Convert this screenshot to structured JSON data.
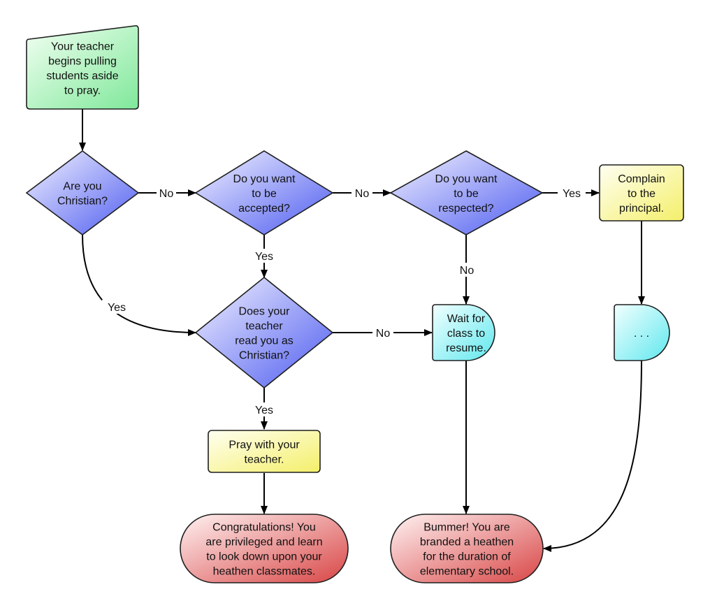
{
  "nodes": {
    "start": {
      "lines": [
        "Your teacher",
        "begins pulling",
        "students aside",
        "to pray."
      ]
    },
    "are_christian": {
      "lines": [
        "Are you",
        "Christian?"
      ]
    },
    "want_accepted": {
      "lines": [
        "Do you want",
        "to be",
        "accepted?"
      ]
    },
    "want_respected": {
      "lines": [
        "Do you want",
        "to be",
        "respected?"
      ]
    },
    "complain": {
      "lines": [
        "Complain",
        "to the",
        "principal."
      ]
    },
    "read_as_christian": {
      "lines": [
        "Does your",
        "teacher",
        "read you as",
        "Christian?"
      ]
    },
    "wait_class": {
      "lines": [
        "Wait for",
        "class to",
        "resume."
      ]
    },
    "ellipsis": {
      "lines": [
        ". . ."
      ]
    },
    "pray": {
      "lines": [
        "Pray with your",
        "teacher."
      ]
    },
    "congrats": {
      "lines": [
        "Congratulations! You",
        "are privileged and learn",
        "to look down upon your",
        "heathen classmates."
      ]
    },
    "bummer": {
      "lines": [
        "Bummer! You are",
        "branded a heathen",
        "for the duration of",
        "elementary school."
      ]
    }
  },
  "edges": {
    "christian_no": "No",
    "christian_yes": "Yes",
    "accepted_no": "No",
    "accepted_yes": "Yes",
    "respected_yes": "Yes",
    "respected_no": "No",
    "read_no": "No",
    "read_yes": "Yes"
  }
}
